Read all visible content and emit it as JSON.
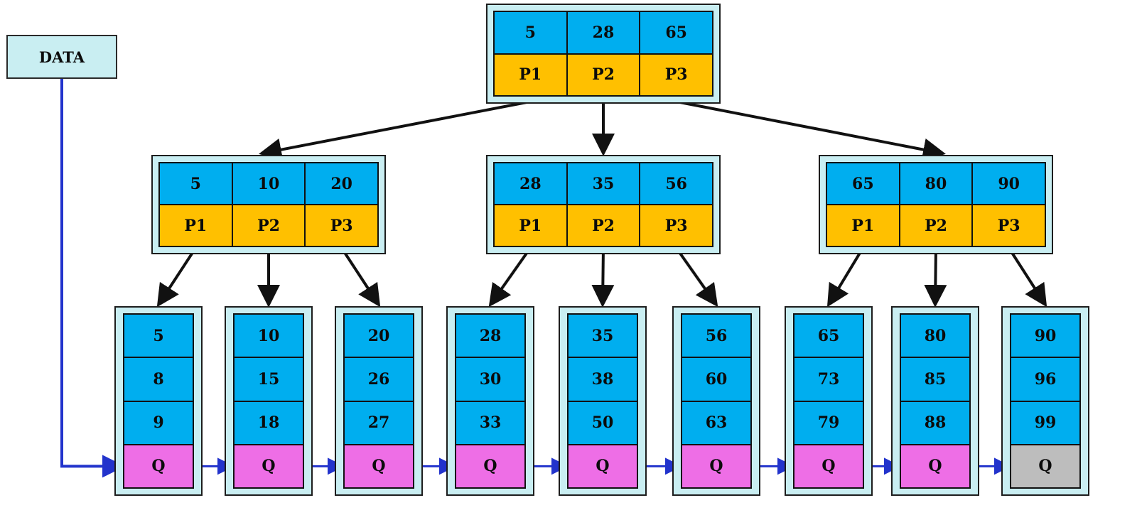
{
  "data_label": "DATA",
  "root": {
    "keys": [
      "5",
      "28",
      "65"
    ],
    "pointers": [
      "P1",
      "P2",
      "P3"
    ]
  },
  "internal": [
    {
      "keys": [
        "5",
        "10",
        "20"
      ],
      "pointers": [
        "P1",
        "P2",
        "P3"
      ]
    },
    {
      "keys": [
        "28",
        "35",
        "56"
      ],
      "pointers": [
        "P1",
        "P2",
        "P3"
      ]
    },
    {
      "keys": [
        "65",
        "80",
        "90"
      ],
      "pointers": [
        "P1",
        "P2",
        "P3"
      ]
    }
  ],
  "leaves": [
    {
      "keys": [
        "5",
        "8",
        "9"
      ],
      "link": "Q"
    },
    {
      "keys": [
        "10",
        "15",
        "18"
      ],
      "link": "Q"
    },
    {
      "keys": [
        "20",
        "26",
        "27"
      ],
      "link": "Q"
    },
    {
      "keys": [
        "28",
        "30",
        "33"
      ],
      "link": "Q"
    },
    {
      "keys": [
        "35",
        "38",
        "50"
      ],
      "link": "Q"
    },
    {
      "keys": [
        "56",
        "60",
        "63"
      ],
      "link": "Q"
    },
    {
      "keys": [
        "65",
        "73",
        "79"
      ],
      "link": "Q"
    },
    {
      "keys": [
        "80",
        "85",
        "88"
      ],
      "link": "Q"
    },
    {
      "keys": [
        "90",
        "96",
        "99"
      ],
      "link": "Q"
    }
  ],
  "colors": {
    "key_cell": "#00aeef",
    "pointer_cell": "#ffc000",
    "link_cell": "#ee6ee6",
    "last_link_cell": "#bdbdbd",
    "node_frame": "#c9eef2",
    "tree_arrow": "#111111",
    "leaf_chain_arrow": "#2233cc"
  }
}
